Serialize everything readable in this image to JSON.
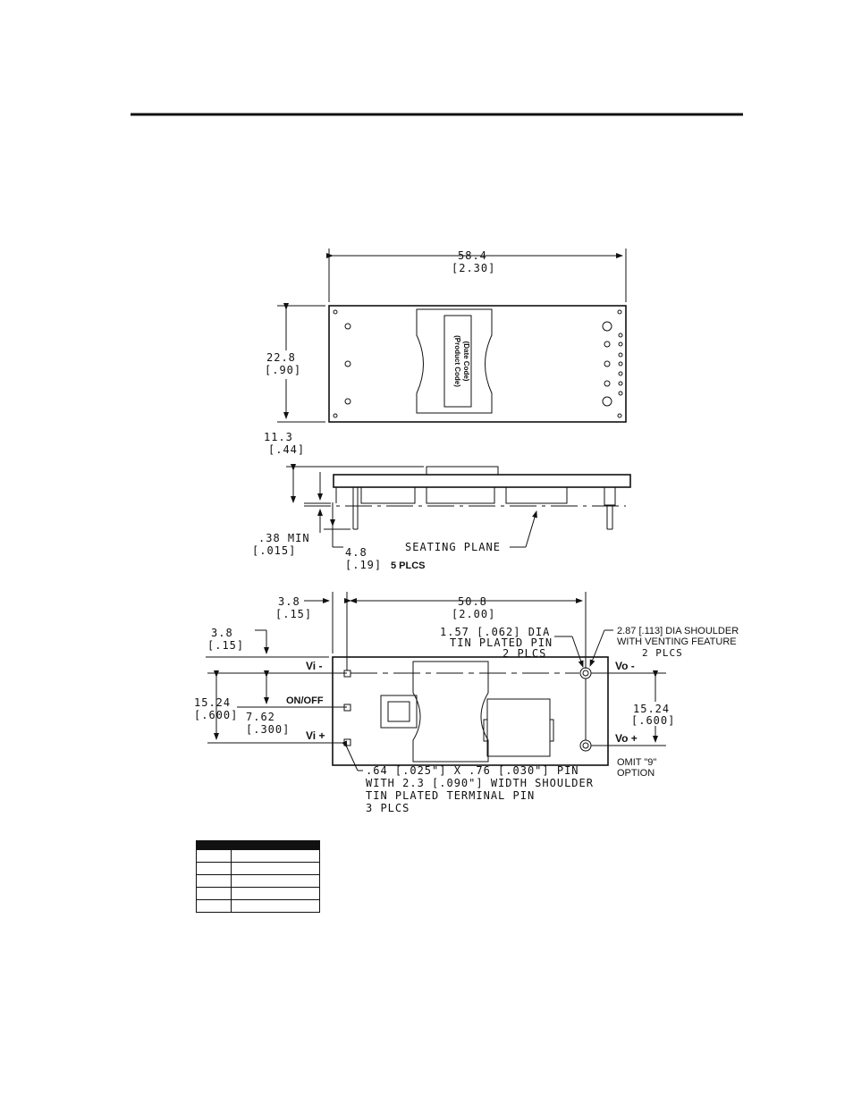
{
  "top_view": {
    "width_mm": "58.4",
    "width_in": "[2.30]",
    "height_mm": "22.8",
    "height_in": "[.90]",
    "label_line1": "(Product Code)",
    "label_line2": "(Date Code)"
  },
  "side_view": {
    "height_mm": "11.3",
    "height_in": "[.44]",
    "min_mm": ".38 MIN",
    "min_in": "[.015]",
    "pin_len_mm": "4.8",
    "pin_len_in": "[.19]",
    "pin_len_qty": "5 PLCS",
    "seating_plane": "SEATING PLANE"
  },
  "bottom_view": {
    "offset_x_mm": "3.8",
    "offset_x_in": "[.15]",
    "offset_y_mm": "3.8",
    "offset_y_in": "[.15]",
    "pitch_mm": "50.8",
    "pitch_in": "[2.00]",
    "left_span_mm": "15.24",
    "left_span_in": "[.600]",
    "left_half_mm": "7.62",
    "left_half_in": "[.300]",
    "right_span_mm": "15.24",
    "right_span_in": "[.600]",
    "pin_note_1": "1.57 [.062] DIA",
    "pin_note_2": "TIN PLATED PIN",
    "pin_note_3": "2 PLCS",
    "shoulder_note_1": "2.87 [.113] DIA SHOULDER",
    "shoulder_note_2": "WITH VENTING FEATURE",
    "shoulder_note_3": "2 PLCS",
    "omit_note_1": "OMIT \"9\"",
    "omit_note_2": "OPTION",
    "term_note_1": ".64 [.025\"] X .76 [.030\"] PIN",
    "term_note_2": "WITH 2.3 [.090\"] WIDTH SHOULDER",
    "term_note_3": "TIN PLATED TERMINAL PIN",
    "term_note_4": "3 PLCS",
    "pin_vi_minus": "Vi -",
    "pin_onoff": "ON/OFF",
    "pin_vi_plus": "Vi +",
    "pin_vo_minus": "Vo -",
    "pin_vo_plus": "Vo +"
  }
}
